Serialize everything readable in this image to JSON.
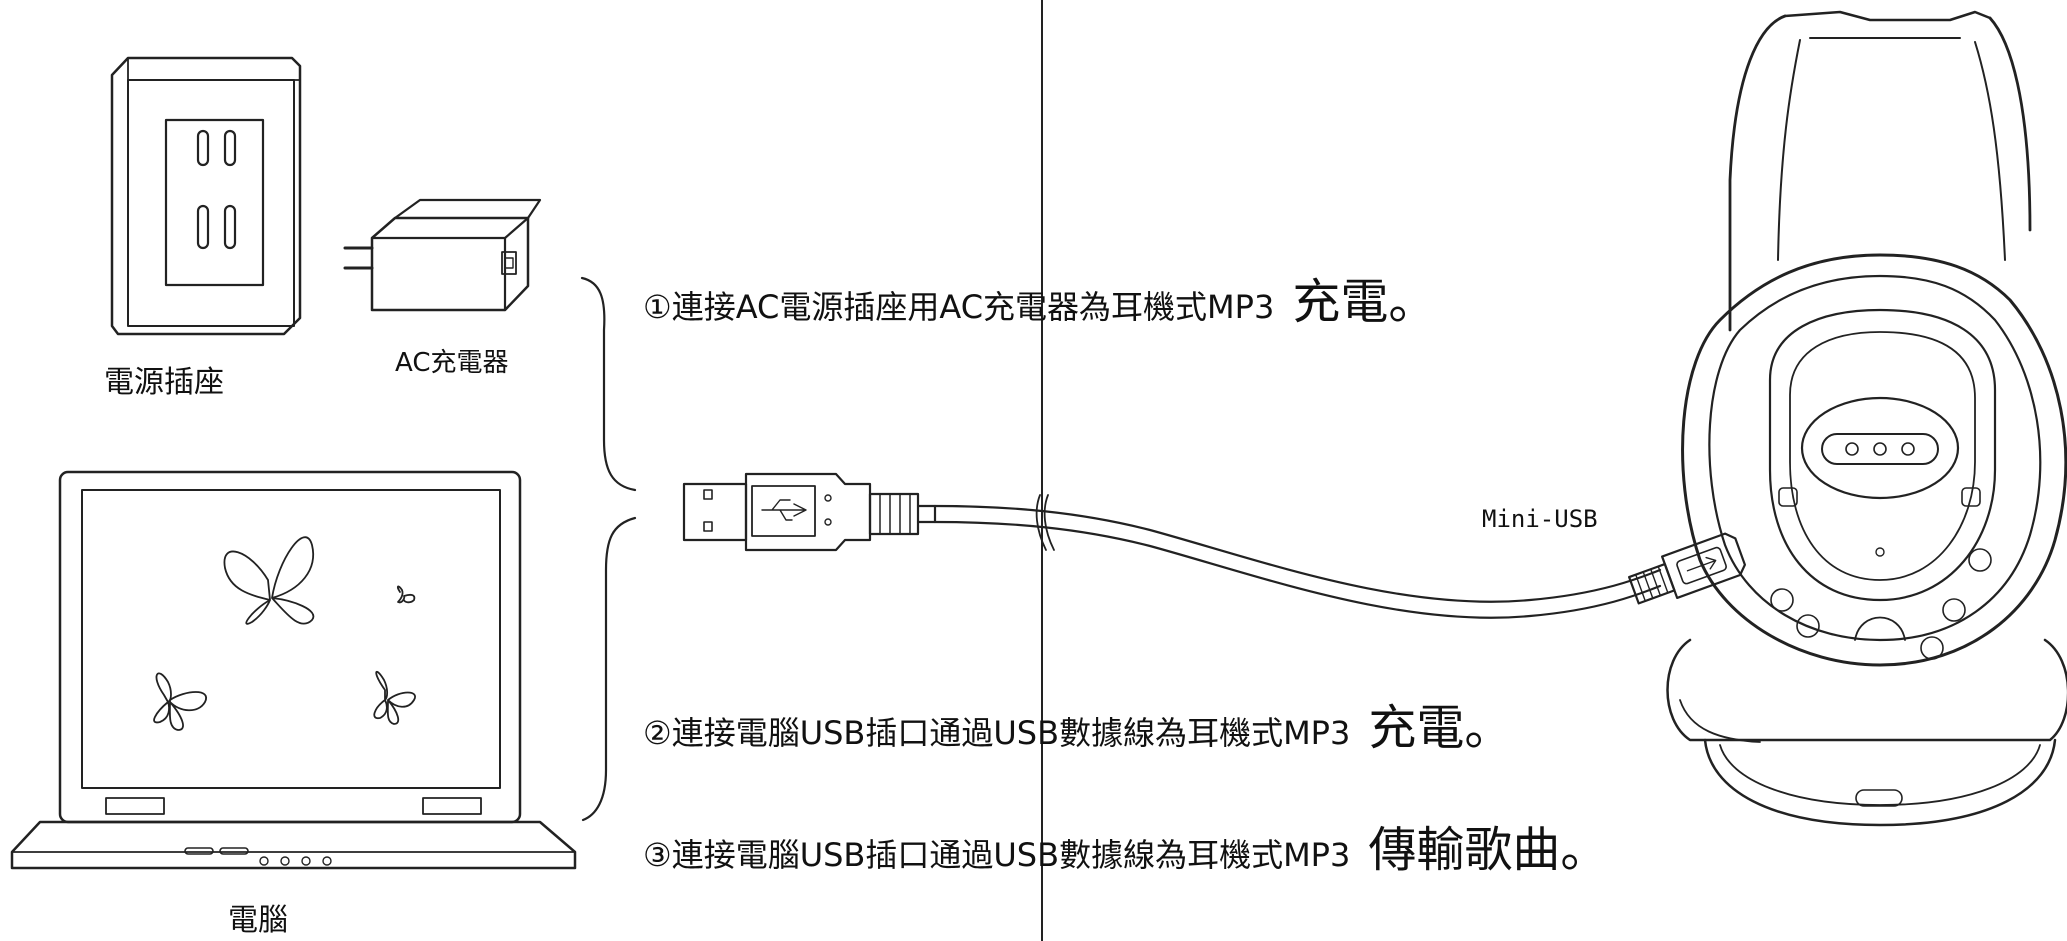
{
  "labels": {
    "wall_socket": "電源插座",
    "charger": "AC充電器",
    "computer": "電腦",
    "mini_usb": "Mini-USB"
  },
  "steps": [
    {
      "text": "①連接AC電源插座用AC充電器為耳機式MP3",
      "emphasis": "充電。"
    },
    {
      "text": "②連接電腦USB插口通過USB數據線為耳機式MP3",
      "emphasis": "充電。"
    },
    {
      "text": "③連接電腦USB插口通過USB數據線為耳機式MP3",
      "emphasis": "傳輸歌曲。"
    }
  ],
  "icons": [
    "wall-socket-icon",
    "ac-charger-icon",
    "laptop-icon",
    "usb-plug-icon",
    "mini-usb-plug-icon",
    "headphone-icon",
    "butterfly-icon"
  ]
}
